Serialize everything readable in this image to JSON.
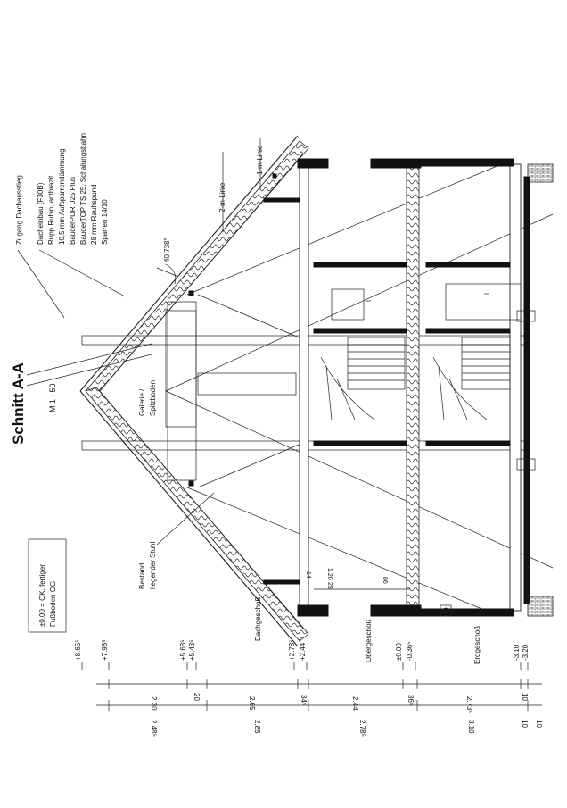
{
  "title": "Schnitt A-A",
  "scale": "M 1 : 50",
  "legend_note": {
    "line1": "±0.00 = OK. fertiger",
    "line2": "Fußboden OG"
  },
  "roof_spec": [
    "Zugang Dachausstieg",
    "Dacheinbau (F30B)",
    "Rupp Rubin, anthrazit",
    "10,5 mm Aufsparrendämmung",
    "BauderPUR 025 Plus",
    "BauderTOP TS 25, Schalungsbahn",
    "28 mm Rauhspund",
    "Sparren 14/10"
  ],
  "roof_pitch": "40.738°",
  "annotations": {
    "one_m_line": "1-m-Linie",
    "two_m_line": "2-m-Linie",
    "gallery_1": "Galerie /",
    "gallery_2": "Spitzboden",
    "stuhl_1": "Bestand",
    "stuhl_2": "liegender Stuhl"
  },
  "floors": {
    "dach": "Dachgeschoß",
    "ober": "Obergeschoß",
    "erd": "Erdgeschoß"
  },
  "levels": [
    "+8.65⁵",
    "+7.93⁵",
    "+5.63⁵",
    "+5.43⁵",
    "+2.78⁵",
    "+2.44",
    "±0.00",
    "-0.36⁵",
    "-3.10",
    "-3.20"
  ],
  "dims_inner": [
    "2.30",
    "20",
    "2.65",
    "34⁵",
    "2.44",
    "36⁵",
    "2.73⁵",
    "10"
  ],
  "dims_outer": [
    "2.48⁵",
    "2.85",
    "2.78⁵",
    "3.10",
    "10"
  ],
  "dims_bottom_end": "10",
  "floor_dims": [
    "14",
    "25",
    "1.20",
    "86"
  ],
  "stair_mark": "I"
}
